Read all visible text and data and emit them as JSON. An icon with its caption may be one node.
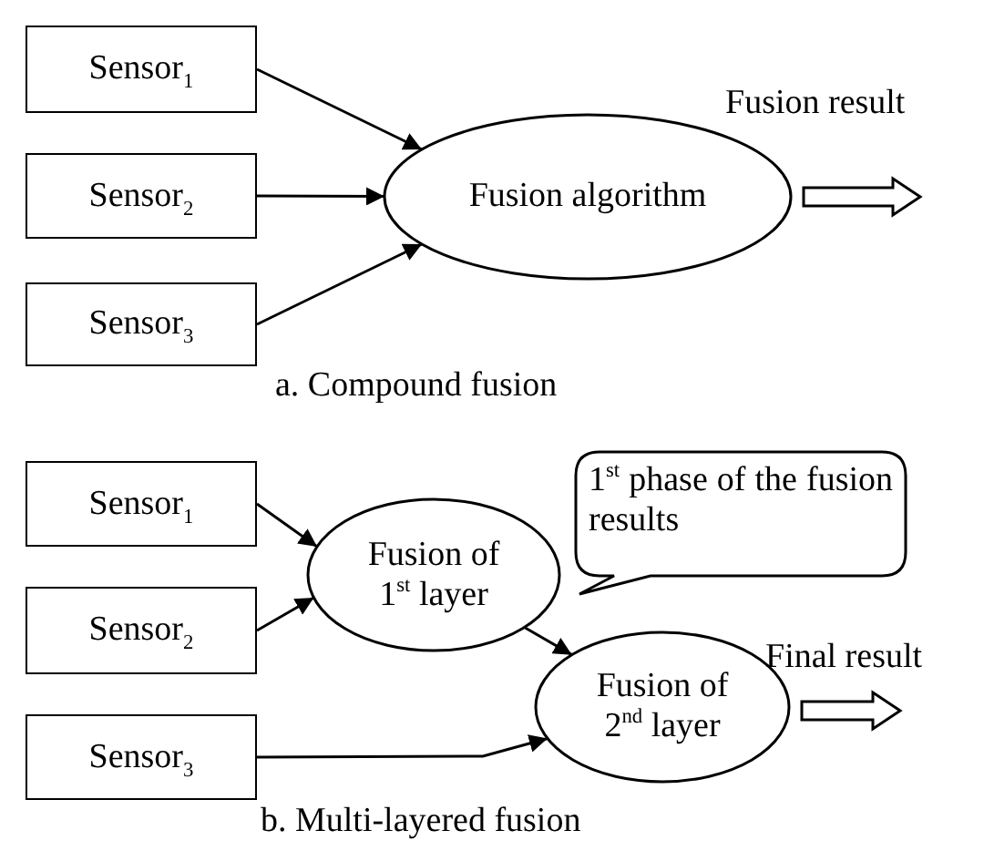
{
  "diagram": {
    "nodes": [
      {
        "text": [
          "Sensor$_{1}$"
        ]
      },
      {
        "text": [
          "Sensor$_{2}$"
        ]
      },
      {
        "text": [
          "Sensor$_{3}$"
        ]
      },
      {
        "text": [
          "Fusion algorithm"
        ]
      },
      {
        "text": [
          "Sensor$_{1}$"
        ]
      },
      {
        "text": [
          "Sensor$_{2}$"
        ]
      },
      {
        "text": [
          "Sensor$_{3}$"
        ]
      },
      {
        "text": [
          "Fusion of 1$^{st}$ layer"
        ]
      },
      {
        "text": [
          "Fusion of 2$^{nd}$ layer"
        ]
      },
      {
        "text": [
          "1$^{st}$ phase of the fusion results"
        ]
      }
    ],
    "edges": [
      {
        "from": 0,
        "to": 3,
        "arrow": "to"
      },
      {
        "from": 1,
        "to": 3,
        "arrow": "to"
      },
      {
        "from": 2,
        "to": 3,
        "arrow": "to"
      },
      {
        "from": 3,
        "to": null,
        "arrow": "to",
        "label": "Fusion result",
        "style": "thick"
      },
      {
        "from": 4,
        "to": 7,
        "arrow": "to"
      },
      {
        "from": 5,
        "to": 7,
        "arrow": "to"
      },
      {
        "from": 7,
        "to": 8,
        "arrow": "to"
      },
      {
        "from": 6,
        "to": 8,
        "arrow": "to"
      },
      {
        "from": 8,
        "to": null,
        "arrow": "to",
        "label": "Final result",
        "style": "thick"
      }
    ],
    "labels": [
      "a. Compound fusion",
      "b. Multi-layered fusion"
    ]
  }
}
